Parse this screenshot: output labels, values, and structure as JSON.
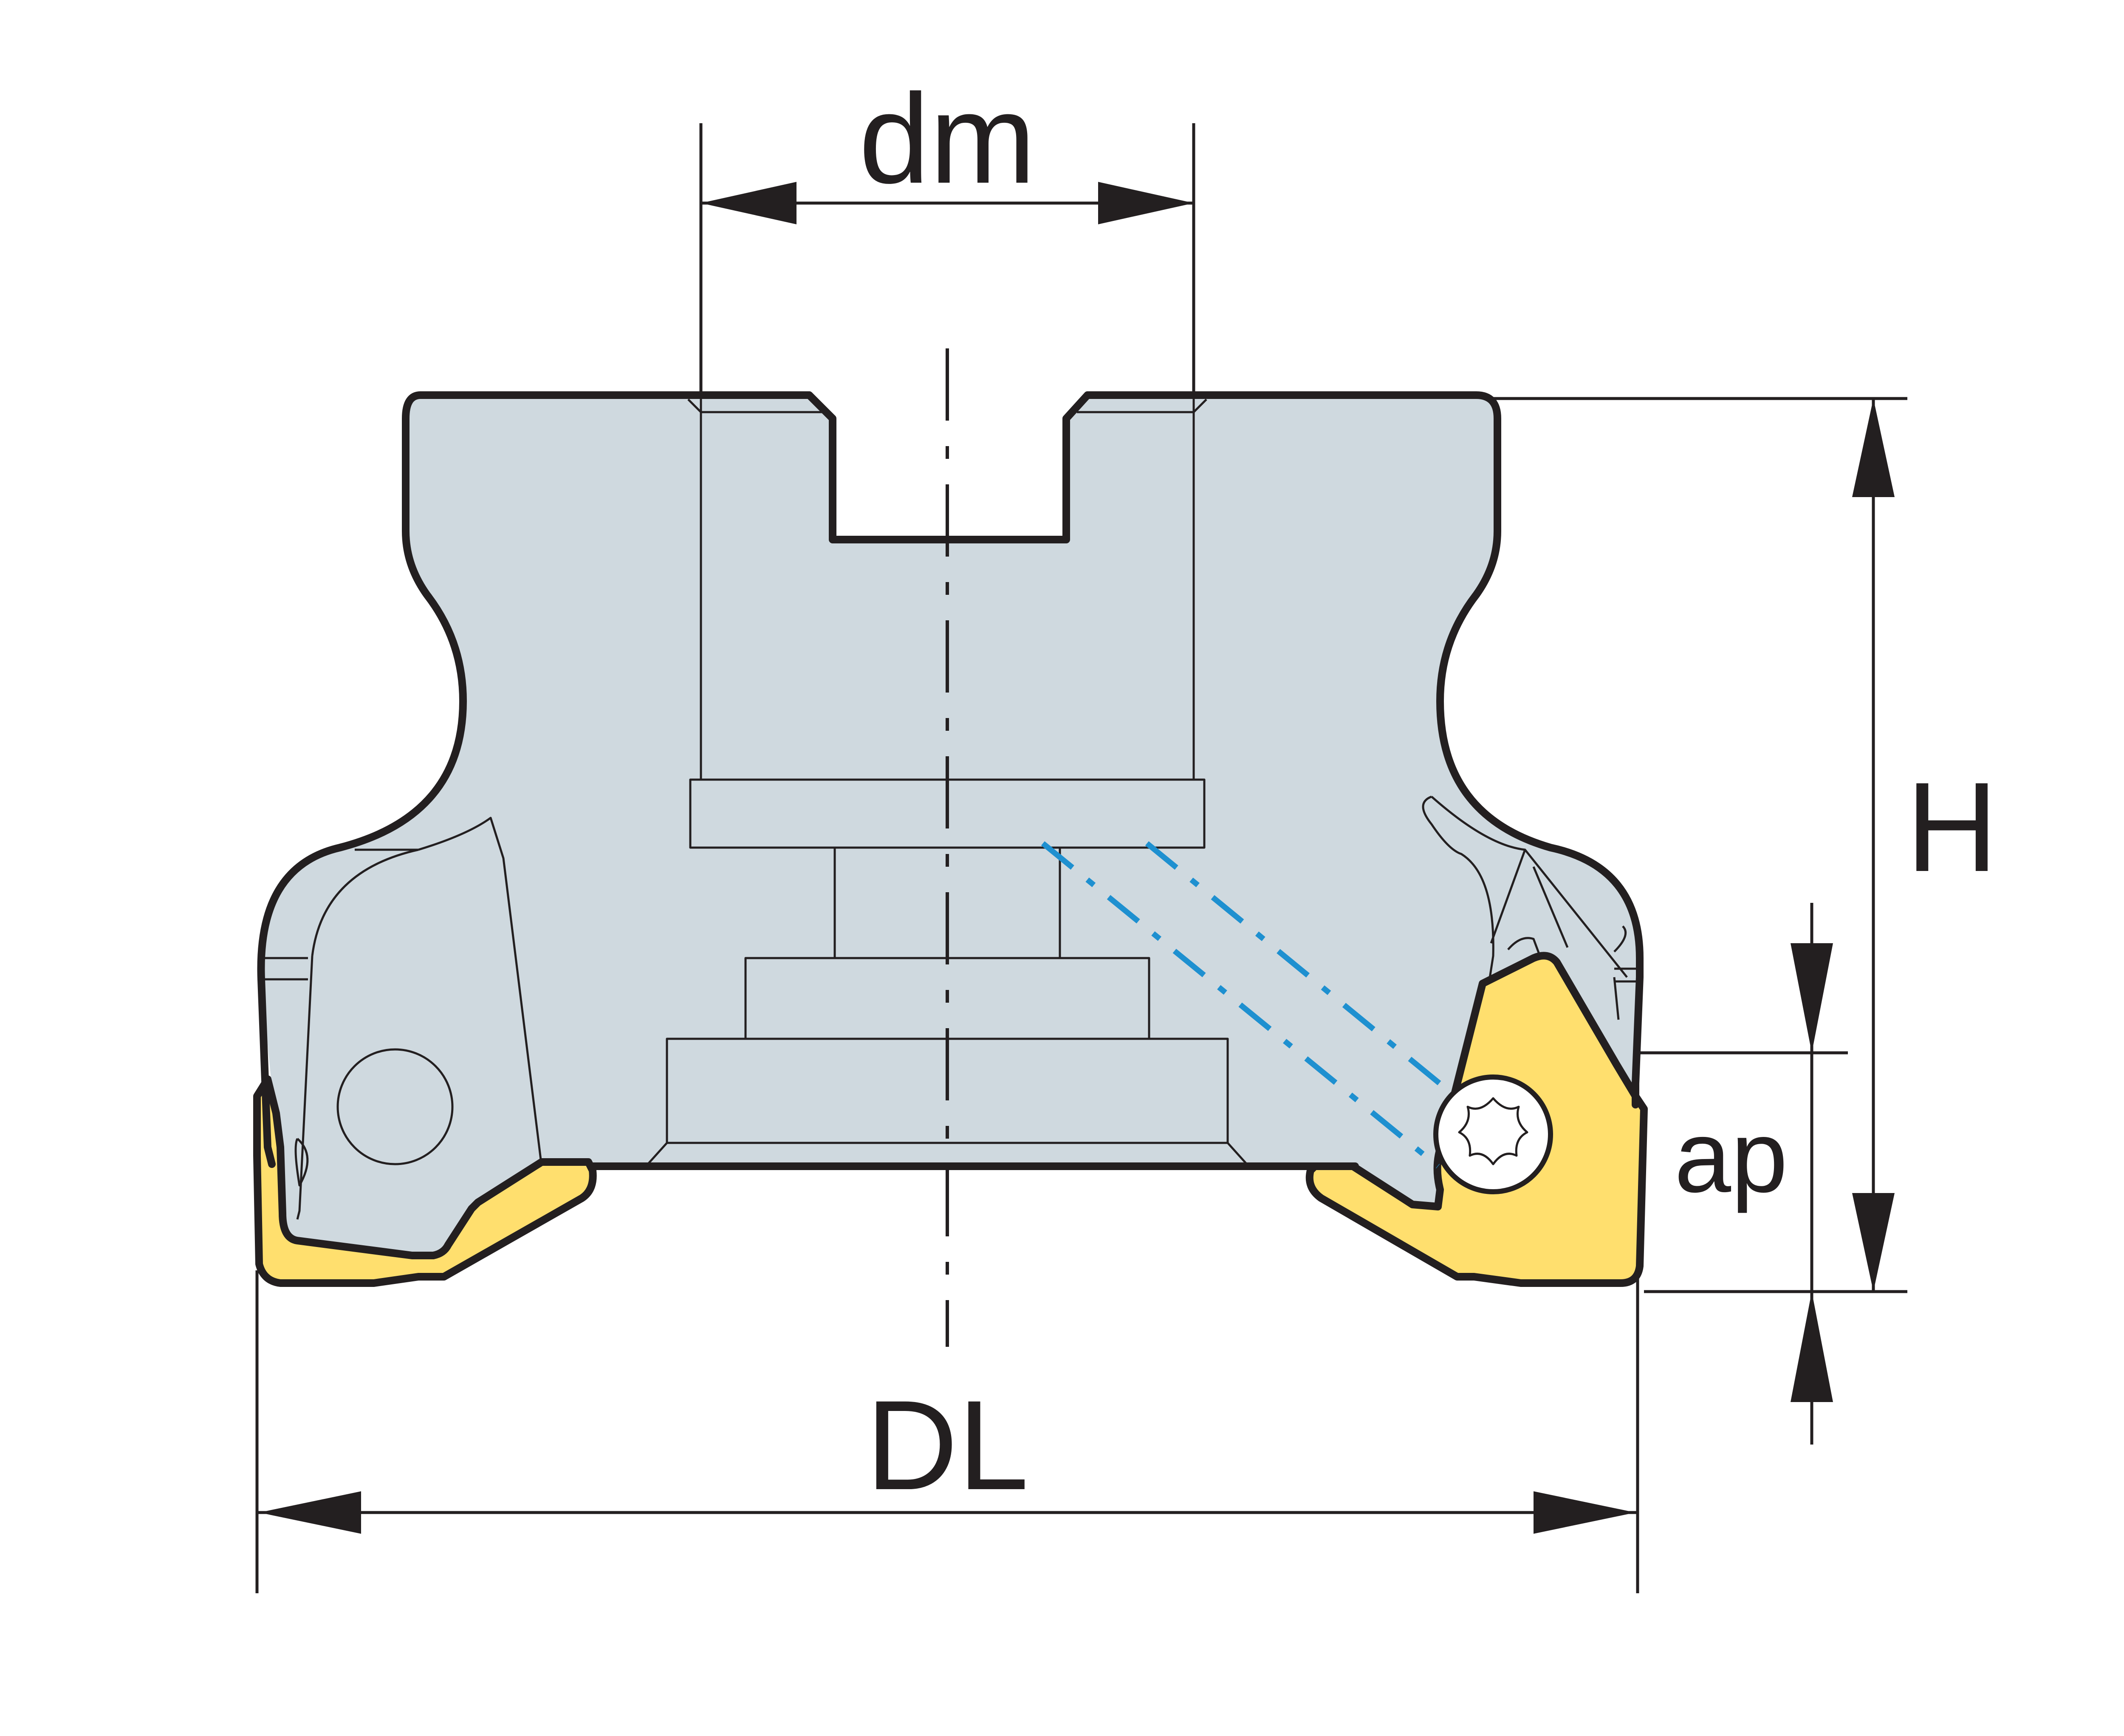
{
  "labels": {
    "dm": "dm",
    "H": "H",
    "ap": "ap",
    "DL": "DL"
  },
  "colors": {
    "body": "#cfd9df",
    "insert": "#ffdf6e",
    "coolant": "#1e90d0",
    "line": "#231f20"
  },
  "icons": {
    "screw": "torx-screw-icon"
  }
}
